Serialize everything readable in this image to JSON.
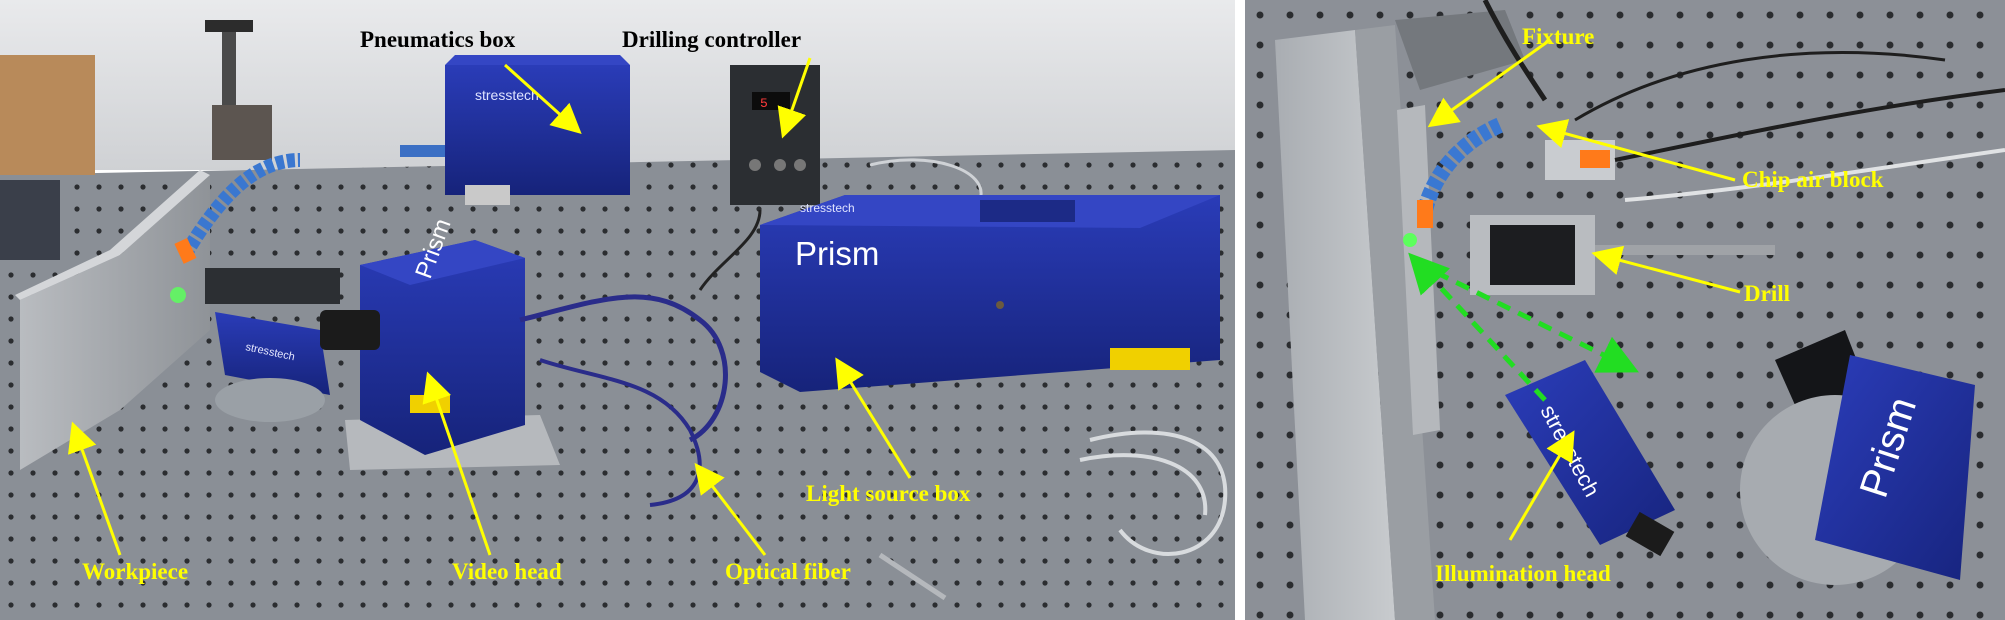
{
  "labels": {
    "pneumatics_box": "Pneumatics box",
    "drilling_controller": "Drilling controller",
    "workpiece": "Workpiece",
    "video_head": "Video head",
    "optical_fiber": "Optical fiber",
    "light_source_box": "Light source box",
    "fixture": "Fixture",
    "chip_air_block": "Chip air block",
    "drill": "Drill",
    "illumination_head": "Illumination head"
  },
  "device_text": {
    "brand_logo": "stresstech",
    "prism_label": "Prism"
  },
  "colors": {
    "label_dark": "#000000",
    "label_highlight": "#ffff00",
    "arrow": "#ffff00",
    "beam_path": "#22dd22",
    "device_blue": "#1f2f9e"
  }
}
